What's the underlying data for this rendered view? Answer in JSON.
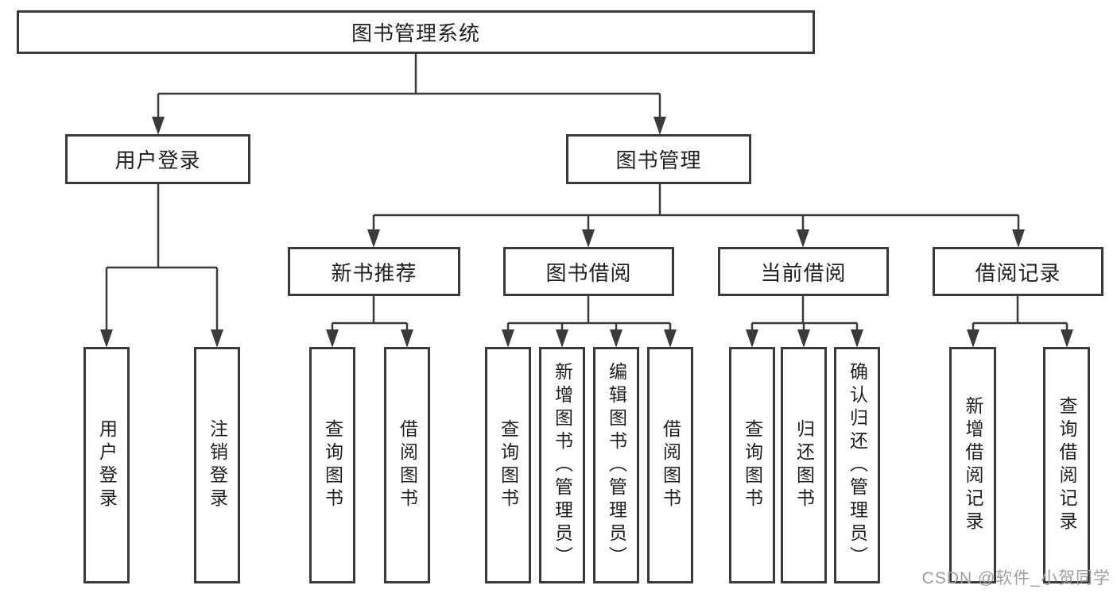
{
  "colors": {
    "line": "#3a3a3a",
    "box_border": "#3a3a3a",
    "text": "#1f1f1f",
    "box_background": "#ffffff",
    "watermark": "#9e9e9e"
  },
  "tree": {
    "root": "图书管理系统",
    "branches": [
      {
        "label": "用户登录",
        "children": [
          "用户登录",
          "注销登录"
        ]
      },
      {
        "label": "图书管理",
        "groups": [
          {
            "label": "新书推荐",
            "children": [
              "查询图书",
              "借阅图书"
            ]
          },
          {
            "label": "图书借阅",
            "children": [
              "查询图书",
              "新增图书（管理员）",
              "编辑图书（管理员）",
              "借阅图书"
            ]
          },
          {
            "label": "当前借阅",
            "children": [
              "查询图书",
              "归还图书",
              "确认归还（管理员）"
            ]
          },
          {
            "label": "借阅记录",
            "children": [
              "新增借阅记录",
              "查询借阅记录"
            ]
          }
        ]
      }
    ]
  },
  "watermark": {
    "text": "CSDN @软件_小贺同学"
  }
}
